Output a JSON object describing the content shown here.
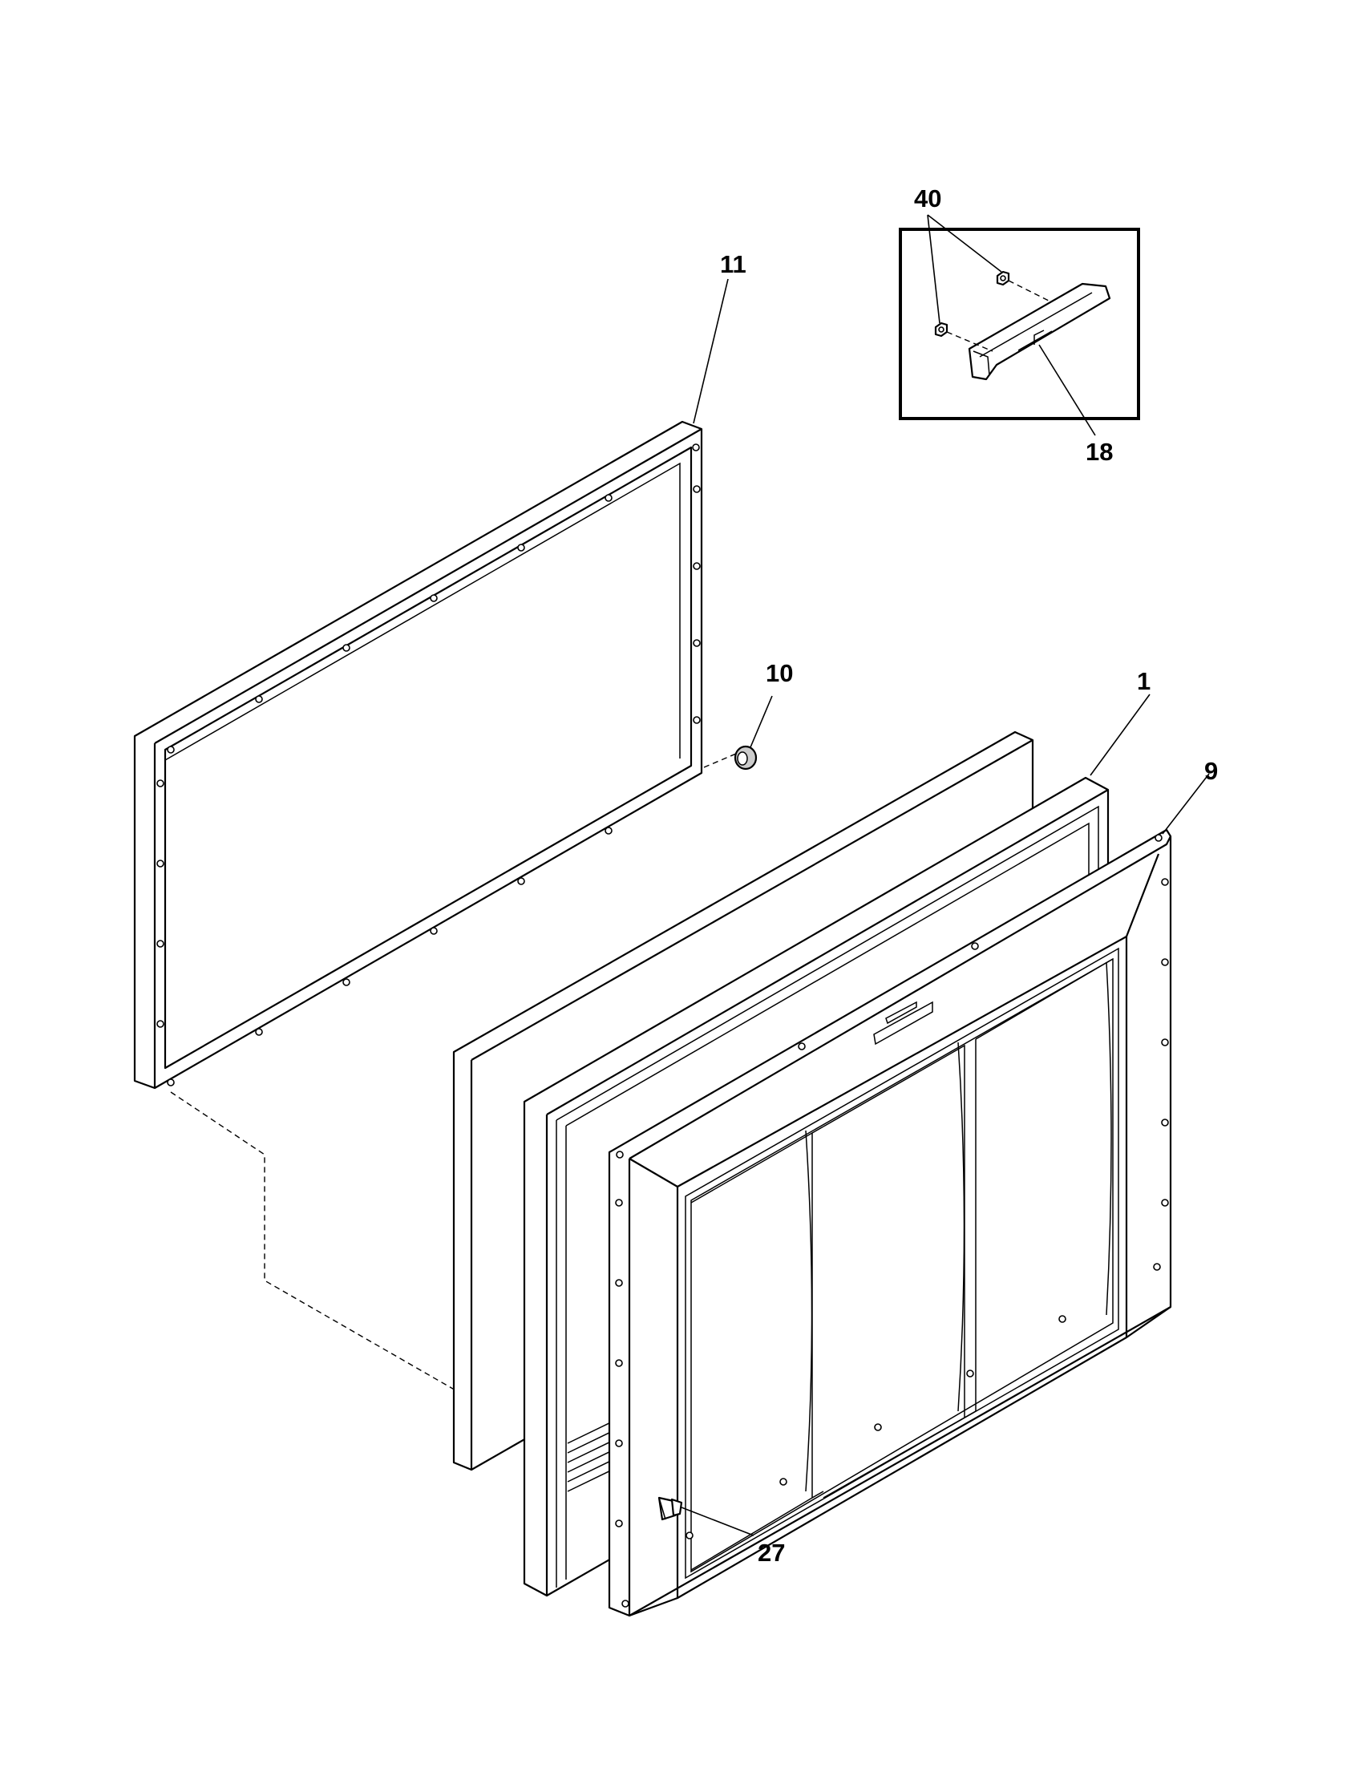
{
  "callouts": {
    "p40": "40",
    "p11": "11",
    "p18": "18",
    "p10": "10",
    "p1": "1",
    "p9": "9",
    "p27": "27"
  }
}
